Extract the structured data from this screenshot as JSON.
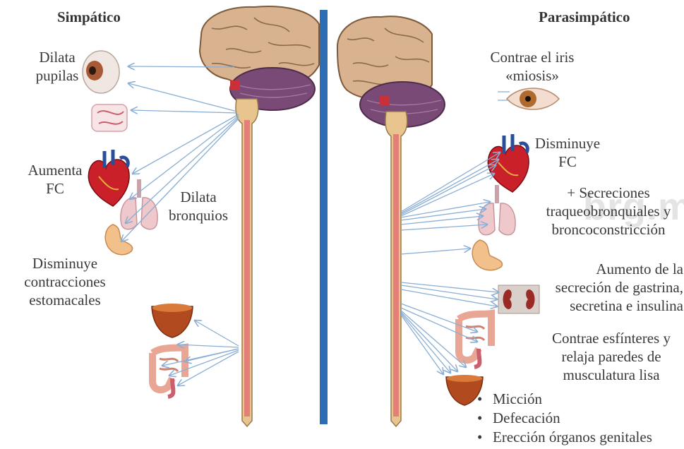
{
  "left_title": "Simpático",
  "right_title": "Parasimpático",
  "watermark": "brg.mx",
  "sympathetic": {
    "eye": "Dilata pupilas",
    "heart": "Aumenta FC",
    "lungs": "Dilata bronquios",
    "stomach": "Disminuye contracciones estomacales"
  },
  "parasympathetic": {
    "eye": "Contrae el iris «miosis»",
    "heart": "Disminuye FC",
    "lungs": "+ Secreciones traqueobronquiales y broncoconstricción",
    "kidney": "Aumento de la secreción de gastrina, secretina e insulina",
    "intestine": "Contrae esfínteres y relaja paredes de musculatura lisa",
    "bladder_effects": [
      "Micción",
      "Defecación",
      "Erección órganos genitales"
    ]
  },
  "colors": {
    "divider": "#2e6db4",
    "arrow": "#8aaed4",
    "spinal_cord": "#e47f78",
    "brain": "#d9b38f",
    "cerebellum": "#7a4a76"
  }
}
